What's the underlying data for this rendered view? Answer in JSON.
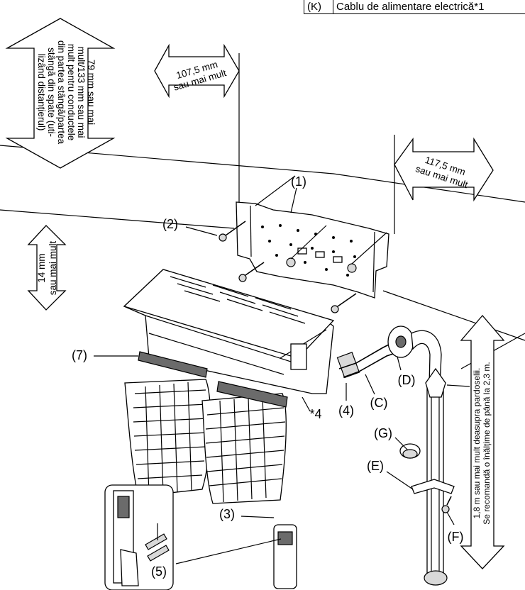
{
  "legend": {
    "code": "(K)",
    "text": "Cablu de alimentare electrică*1"
  },
  "clearances": {
    "left": [
      "79 mm sau mai",
      "mult/133 mm sau mai",
      "mult pentru conductele",
      "din partea stângă/partea",
      "stângă din spate (uti-",
      "lizând distanțierul)"
    ],
    "top": [
      "107,5 mm",
      "sau mai mult"
    ],
    "right": [
      "117,5 mm",
      "sau mai mult"
    ],
    "front": [
      "14 mm",
      "sau mai mult"
    ],
    "height": [
      "1,8 m sau mai mult deasupra pardoselii.",
      "Se recomandă o înălțime de până la 2,3 m."
    ]
  },
  "labels": {
    "p1": "(1)",
    "p2": "(2)",
    "p3": "(3)",
    "p4": "(4)",
    "p5": "(5)",
    "p7": "(7)",
    "pC": "(C)",
    "pD": "(D)",
    "pE": "(E)",
    "pF": "(F)",
    "pG": "(G)",
    "note4": "*4"
  }
}
